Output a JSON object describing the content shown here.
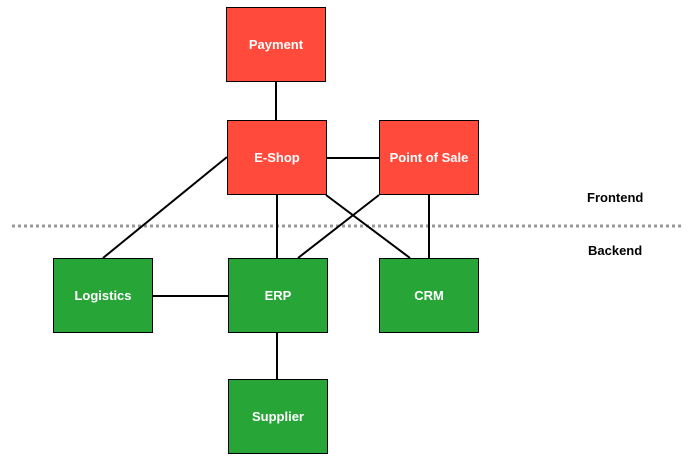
{
  "colors": {
    "frontend_fill": "#ff4a3c",
    "backend_fill": "#27a637",
    "edge": "#000000",
    "divider": "#999999",
    "node_text": "#ffffff"
  },
  "zones": {
    "frontend_label": "Frontend",
    "backend_label": "Backend"
  },
  "nodes": {
    "payment": {
      "label": "Payment",
      "layer": "frontend"
    },
    "eshop": {
      "label": "E-Shop",
      "layer": "frontend"
    },
    "pos": {
      "label": "Point of Sale",
      "layer": "frontend"
    },
    "logistics": {
      "label": "Logistics",
      "layer": "backend"
    },
    "erp": {
      "label": "ERP",
      "layer": "backend"
    },
    "crm": {
      "label": "CRM",
      "layer": "backend"
    },
    "supplier": {
      "label": "Supplier",
      "layer": "backend"
    }
  },
  "edges": [
    {
      "from": "payment",
      "to": "eshop"
    },
    {
      "from": "eshop",
      "to": "pos"
    },
    {
      "from": "eshop",
      "to": "logistics"
    },
    {
      "from": "eshop",
      "to": "erp"
    },
    {
      "from": "eshop",
      "to": "crm"
    },
    {
      "from": "pos",
      "to": "erp"
    },
    {
      "from": "pos",
      "to": "crm"
    },
    {
      "from": "logistics",
      "to": "erp"
    },
    {
      "from": "erp",
      "to": "supplier"
    }
  ]
}
